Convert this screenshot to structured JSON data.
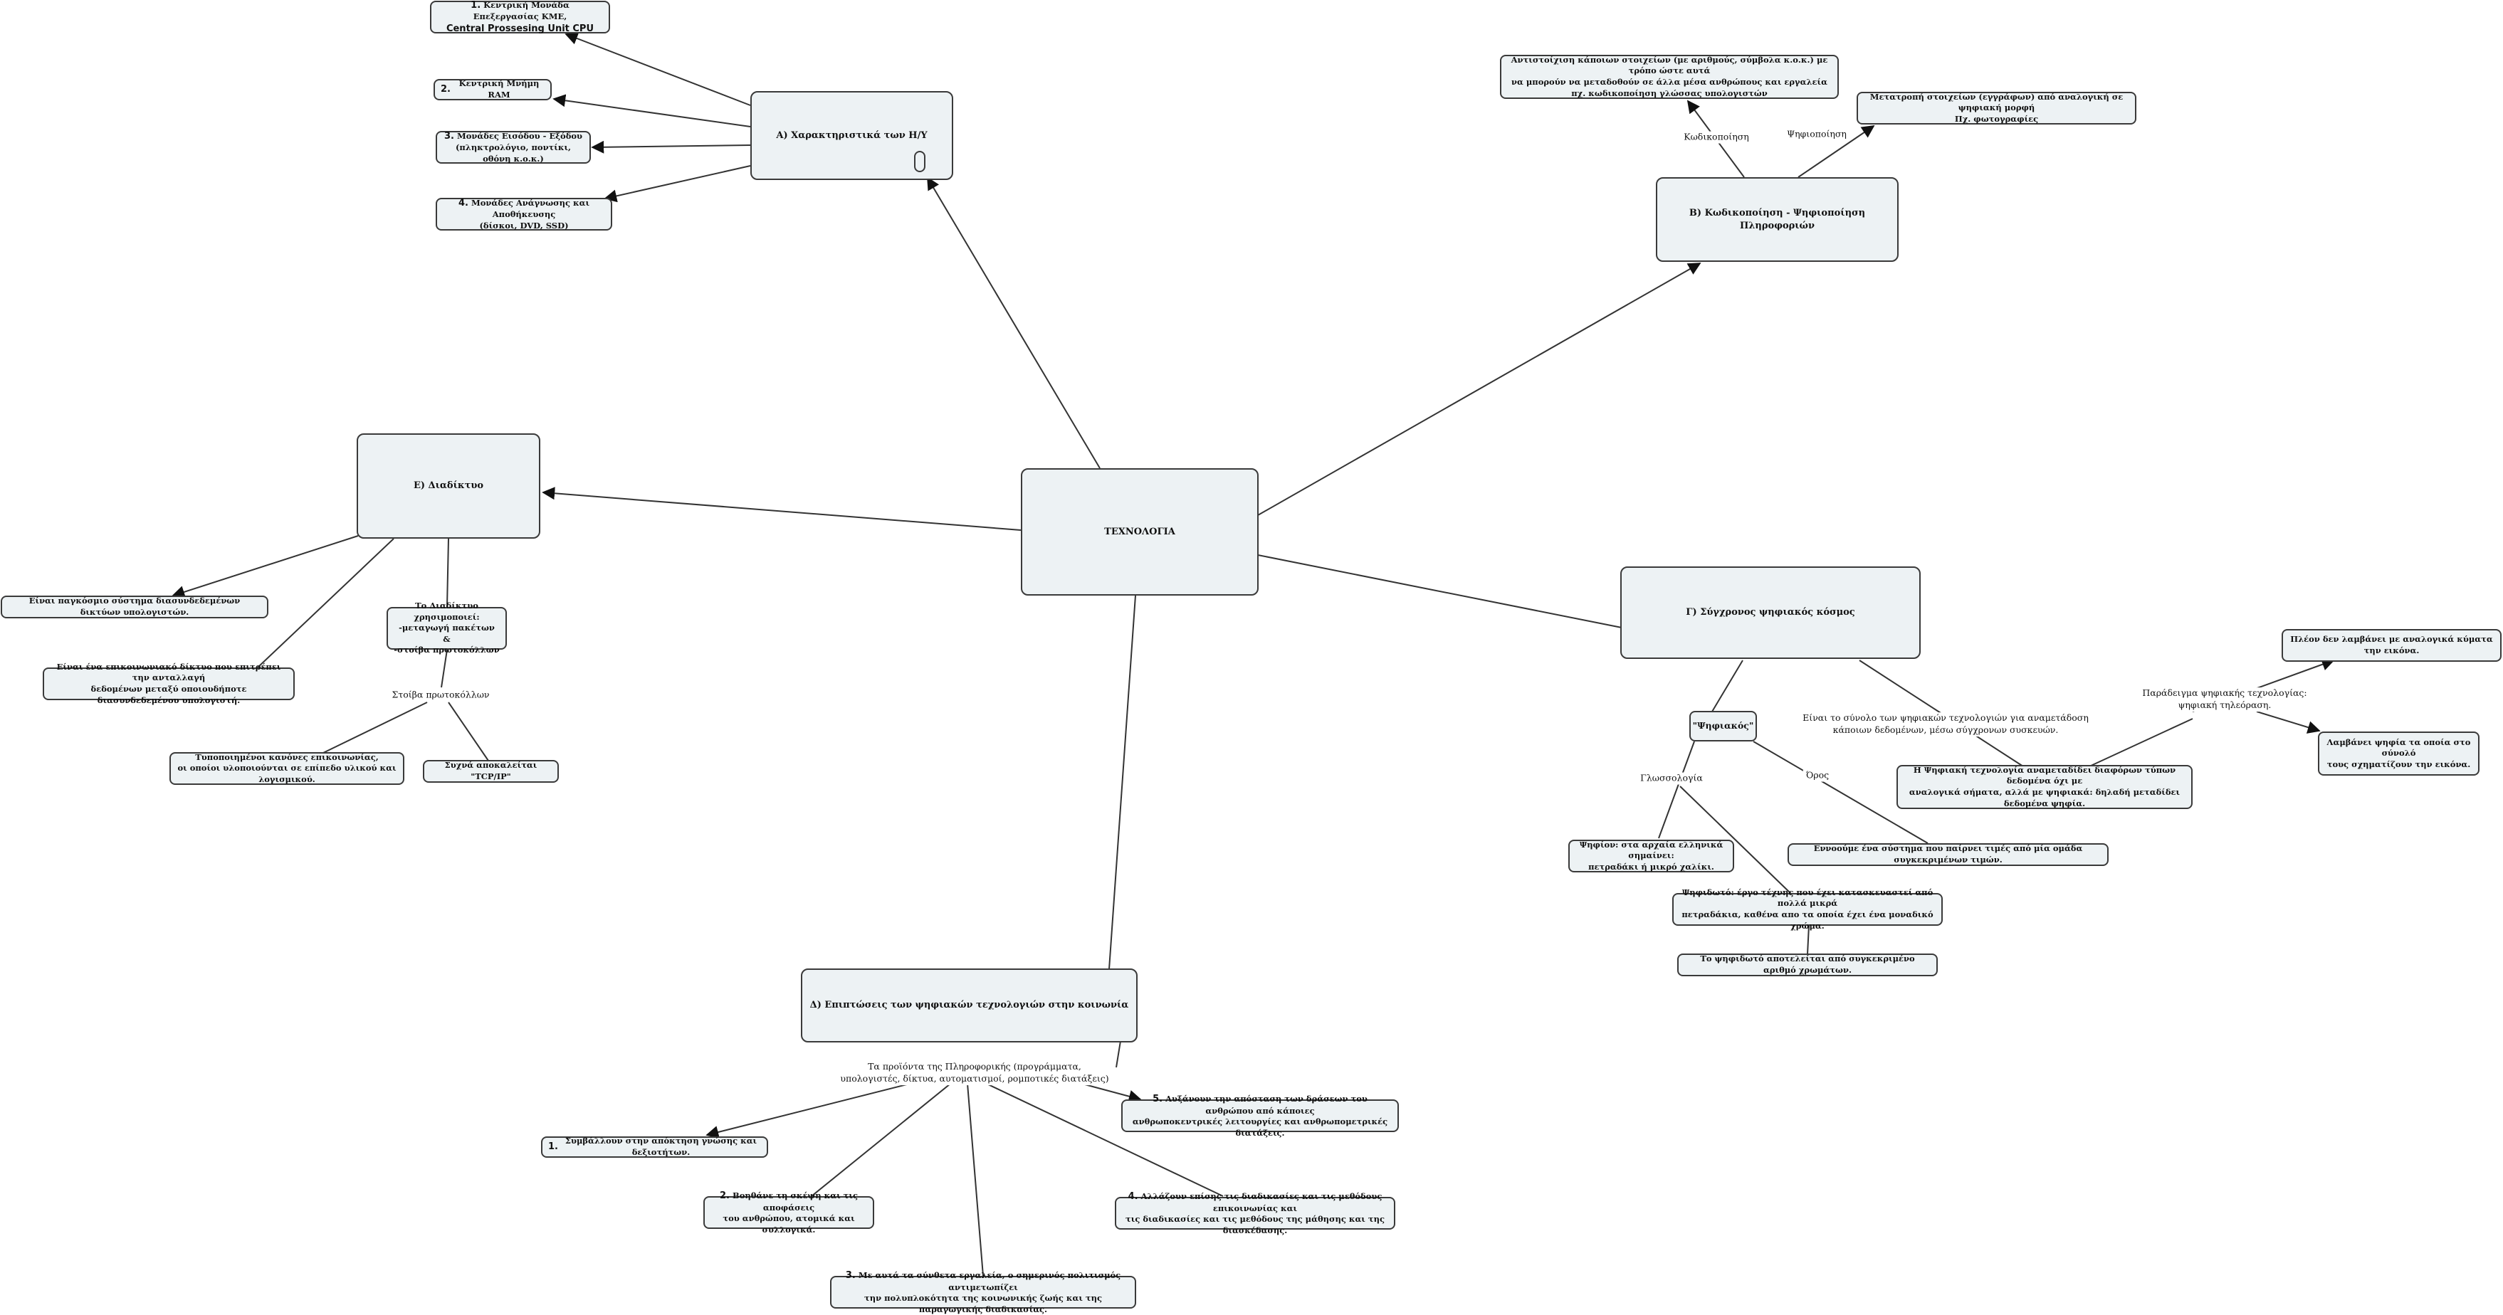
{
  "center": "ΤΕΧΝΟΛΟΓΙΑ",
  "A": {
    "title": "Α) Χαρακτηριστικά των Η/Υ",
    "items": [
      {
        "num": "1.",
        "text": "Κεντρική Μονάδα Επεξεργασίας ΚΜΕ,",
        "text2": "Central Prossesing Unit CPU"
      },
      {
        "num": "2.",
        "text": "Κεντρική Μνήμη RAM"
      },
      {
        "num": "3.",
        "text": "Μονάδες Εισόδου - Εξόδου",
        "text2": "(πληκτρολόγιο, ποντίκι, οθόνη κ.ο.κ.)"
      },
      {
        "num": "4.",
        "text": "Μονάδες Ανάγνωσης και Αποθήκευσης",
        "text2": "(δίσκοι, DVD, SSD)"
      }
    ]
  },
  "B": {
    "title": "Β) Κωδικοποίηση - Ψηφιοποίηση Πληροφοριών",
    "edge_kod": "Κωδικοποίηση",
    "edge_psif": "Ψηφιοποίηση",
    "kod_lines": [
      "Αντιστοίχιση κάποιων στοιχείων (με αριθμούς, σύμβολα κ.ο.κ.) με τρόπο ώστε αυτά",
      "να μπορούν να μεταδοθούν σε άλλα μέσα ανθρώπους και εργαλεία",
      "πχ. κωδικοποίηση γλώσσας υπολογιστών"
    ],
    "psif_lines": [
      "Μετατροπή στοιχείων (εγγράφων) από αναλογική σε ψηφιακή μορφή",
      "Πχ. φωτογραφίες"
    ]
  },
  "C": {
    "title": "Γ) Σύγχρονος ψηφιακός κόσμος",
    "psifiakos": "\"Ψηφιακός\"",
    "edge_gloss": "Γλωσσολογία",
    "edge_oros": "Όρος",
    "edge_syn": [
      "Είναι το σύνολο των ψηφιακών τεχνολογιών για αναμετάδοση",
      "κάποιων δεδομένων, μέσω σύγχρονων συσκευών."
    ],
    "gloss_leaf": [
      "Ψηφίον: στα αρχαία ελληνικά σημαίνει:",
      "πετραδάκι ή μικρό χαλίκι."
    ],
    "psifidoto_leaf": [
      "Ψηφιδωτό: έργο τέχνης που έχει κατασκευαστεί από πολλά μικρά",
      "πετραδάκια, καθένα απο τα οποία έχει ένα μοναδικό χρώμα."
    ],
    "psifidoto_sub": "Το ψηφιδωτό αποτελείται από συγκεκριμένο αριθμό χρωμάτων.",
    "oros_leaf": "Εννοούμε ένα σύστημα που παίρνει τιμές από μία ομάδα συγκεκριμένων τιμών.",
    "tech_leaf": [
      "Η Ψηφιακή τεχνολογία αναμεταδίδει διαφόρων τύπων δεδομένα όχι με",
      "αναλογικά σήματα, αλλά με ψηφιακά: δηλαδή μεταδίδει δεδομένα ψηφία."
    ],
    "edge_ex": [
      "Παράδειγμα ψηφιακής τεχνολογίας:",
      "ψηφιακή τηλεόραση."
    ],
    "ex_leaf1": "Πλέον δεν λαμβάνει με αναλογικά κύματα την εικόνα.",
    "ex_leaf2": [
      "Λαμβάνει ψηφία τα οποία στο σύνολό",
      "τους σχηματίζουν την εικόνα."
    ]
  },
  "D": {
    "title": "Δ) Επιπτώσεις των ψηφιακών τεχνολογιών στην κοινωνία",
    "edge": [
      "Τα προϊόντα της Πληροφορικής (προγράμματα,",
      "υπολογιστές, δίκτυα, αυτοματισμοί, ρομποτικές διατάξεις)"
    ],
    "items": [
      {
        "num": "1.",
        "lines": [
          "Συμβάλλουν στην απόκτηση γνώσης και δεξιοτήτων."
        ]
      },
      {
        "num": "2.",
        "lines": [
          "Βοηθάνε τη σκέψη και τις αποφάσεις",
          "του ανθρώπου, ατομικά και συλλογικά."
        ]
      },
      {
        "num": "3.",
        "lines": [
          "Με αυτά τα σύνθετα εργαλεία, ο σημερινός πολιτισμός αντιμετωπίζει",
          "την πολυπλοκότητα της κοινωνικής ζωής και της παραγωγικής διαδικασίας."
        ]
      },
      {
        "num": "4.",
        "lines": [
          "Αλλάζουν επίσης τις διαδικασίες και τις μεθόδους επικοινωνίας και",
          "τις διαδικασίες και τις μεθόδους της μάθησης και της διασκέδασης."
        ]
      },
      {
        "num": "5.",
        "lines": [
          "Αυξάνουν την απόσταση των δράσεων του ανθρώπου από κάποιες",
          "ανθρωποκεντρικές λειτουργίες και ανθρωπομετρικές διατάξεις."
        ]
      }
    ]
  },
  "E": {
    "title": "Ε) Διαδίκτυο",
    "leaf1": "Είναι παγκόσμιο σύστημα διασυνδεδεμένων δικτύων υπολογιστών.",
    "leaf2": [
      "Είναι ένα επικοινωνιακό δίκτυο που επιτρέπει την ανταλλαγή",
      "δεδομένων μεταξύ οποιουδήποτε διασυνδεδεμένου υπολογιστή."
    ],
    "uses": [
      "Το Διαδίκτυο χρησιμοποιεί:",
      "-μεταγωγή πακέτων &",
      "-στοίβα πρωτοκόλλων"
    ],
    "edge": "Στοίβα πρωτοκόλλων",
    "proto_leaf": [
      "Τυποποιημένοι κανόνες επικοινωνίας,",
      "οι οποίοι υλοποιούνται σε επίπεδο υλικού και λογισμικού."
    ],
    "tcp_leaf": "Συχνά αποκαλείται \"TCP/IP\""
  }
}
